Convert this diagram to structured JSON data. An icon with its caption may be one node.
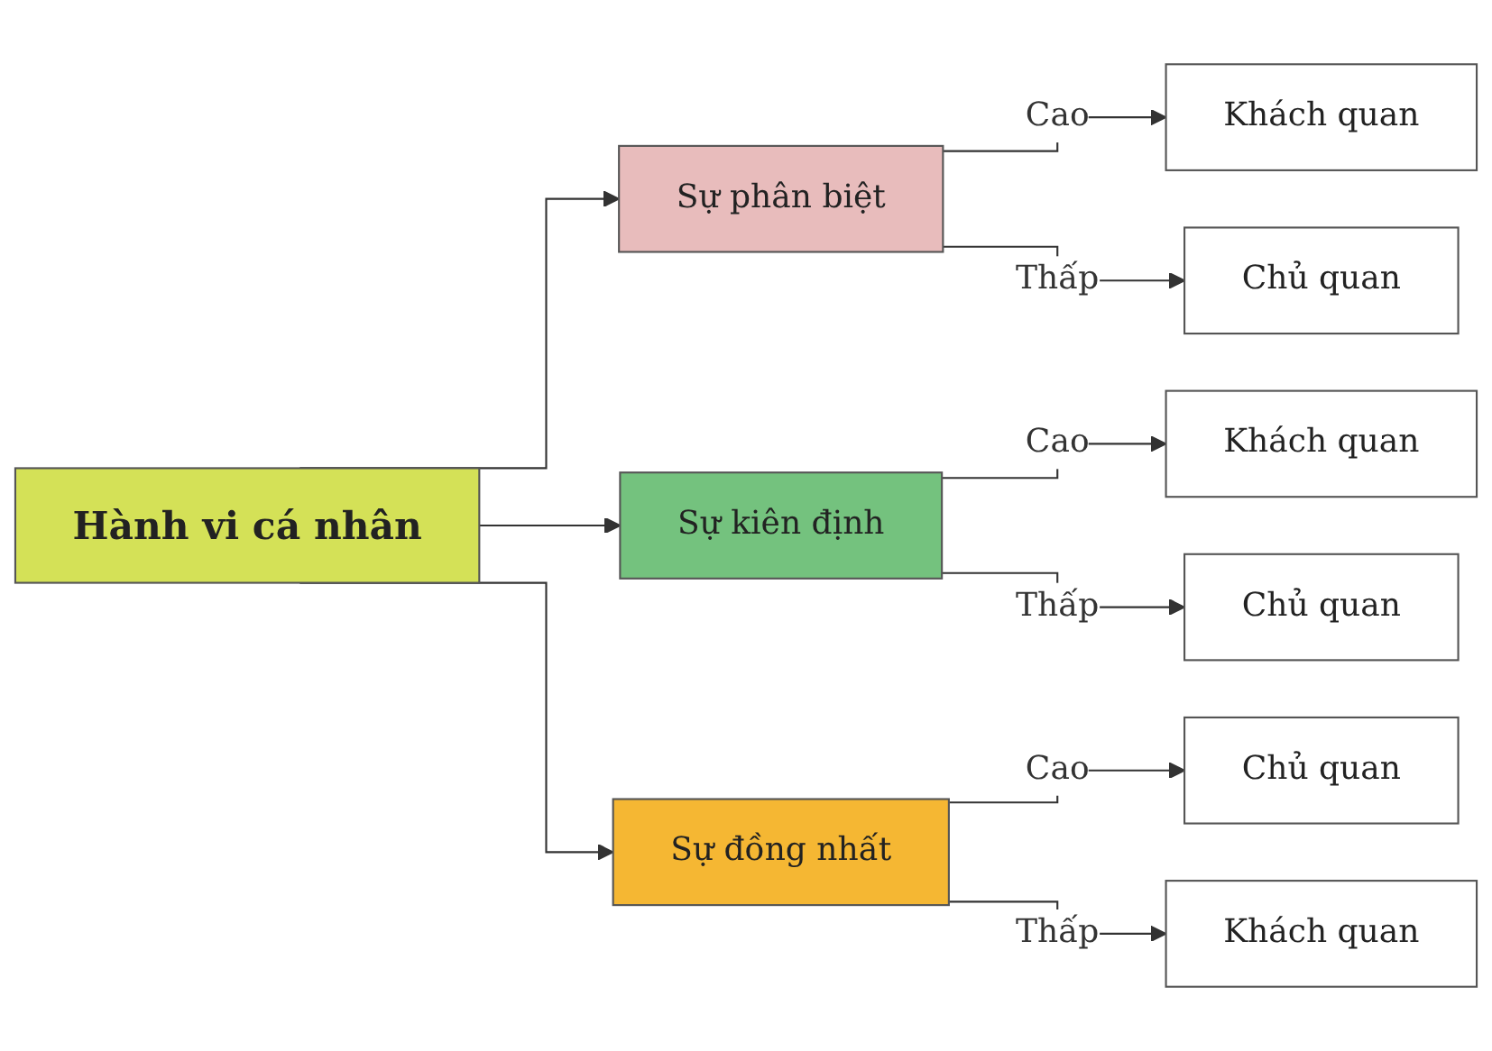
{
  "diagram": {
    "nodes": [
      {
        "text": [
          "Hành vi cá nhân"
        ]
      },
      {
        "text": [
          "Sự phân biệt"
        ]
      },
      {
        "text": [
          "Sự kiên định"
        ]
      },
      {
        "text": [
          "Sự đồng nhất"
        ]
      },
      {
        "text": [
          "Khách quan"
        ]
      },
      {
        "text": [
          "Chủ quan"
        ]
      },
      {
        "text": [
          "Khách quan"
        ]
      },
      {
        "text": [
          "Chủ quan"
        ]
      },
      {
        "text": [
          "Chủ quan"
        ]
      },
      {
        "text": [
          "Khách quan"
        ]
      }
    ],
    "edges": [
      {
        "from": 0,
        "to": 1,
        "arrow": "to"
      },
      {
        "from": 0,
        "to": 2,
        "arrow": "to"
      },
      {
        "from": 0,
        "to": 3,
        "arrow": "to"
      },
      {
        "from": 1,
        "to": 4,
        "label": "Cao",
        "arrow": "to"
      },
      {
        "from": 1,
        "to": 5,
        "label": "Thấp",
        "arrow": "to"
      },
      {
        "from": 2,
        "to": 6,
        "label": "Cao",
        "arrow": "to"
      },
      {
        "from": 2,
        "to": 7,
        "label": "Thấp",
        "arrow": "to"
      },
      {
        "from": 3,
        "to": 8,
        "label": "Cao",
        "arrow": "to"
      },
      {
        "from": 3,
        "to": 9,
        "label": "Thấp",
        "arrow": "to"
      }
    ]
  }
}
